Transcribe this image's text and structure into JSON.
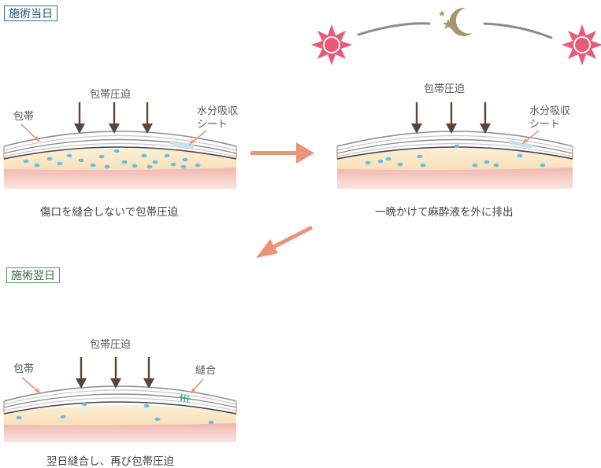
{
  "tags": {
    "surgery_day": "施術当日",
    "next_day": "施術翌日"
  },
  "panel1": {
    "pressure_label": "包帯圧迫",
    "bandage_label": "包帯",
    "sheet_label_line1": "水分吸収",
    "sheet_label_line2": "シート",
    "caption": "傷口を縫合しないで包帯圧迫"
  },
  "panel2": {
    "pressure_label": "包帯圧迫",
    "sheet_label_line1": "水分吸収",
    "sheet_label_line2": "シート",
    "caption": "一晩かけて麻酔液を外に排出"
  },
  "panel3": {
    "pressure_label": "包帯圧迫",
    "bandage_label": "包帯",
    "suture_label": "縫合",
    "caption": "翌日縫合し、再び包帯圧迫"
  },
  "colors": {
    "arrow": "#e8957a",
    "press_arrow": "#5a4438",
    "sun": "#ea5a78",
    "moon": "#a8966a",
    "fluid_dot": "#6cbde6",
    "skin_pink": "#f1b9b3",
    "fat_cream": "#fbe9c8",
    "bandage_gray": "#8f8f8f"
  },
  "icons": [
    "sun-icon",
    "moon-icon",
    "star-icon",
    "sun-icon"
  ]
}
